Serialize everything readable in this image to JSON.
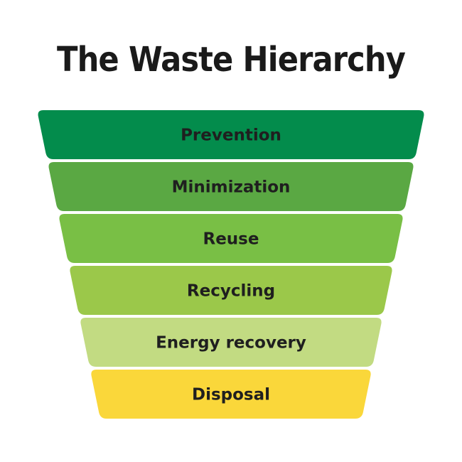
{
  "title": "The Waste Hierarchy",
  "tiers": [
    {
      "label": "Prevention",
      "color": "#038c4c"
    },
    {
      "label": "Minimization",
      "color": "#5aa843"
    },
    {
      "label": "Reuse",
      "color": "#79bf45"
    },
    {
      "label": "Recycling",
      "color": "#9bc84a"
    },
    {
      "label": "Energy recovery",
      "color": "#c2db82"
    },
    {
      "label": "Disposal",
      "color": "#fad73a"
    }
  ]
}
